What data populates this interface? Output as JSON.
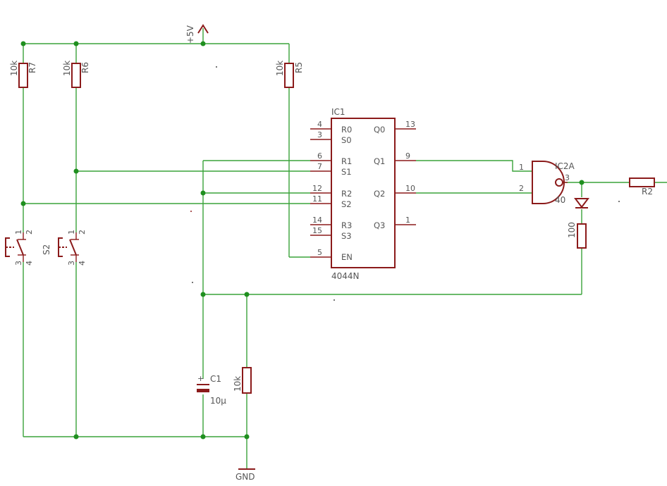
{
  "supply_label": "+5V",
  "ground_label": "GND",
  "resistors": {
    "R7": {
      "name": "R7",
      "value": "10k"
    },
    "R6": {
      "name": "R6",
      "value": "10k"
    },
    "R5": {
      "name": "R5",
      "value": "10k"
    },
    "R_gnd": {
      "value": "10k"
    },
    "R_led": {
      "value": "100"
    },
    "R2": {
      "name": "R2"
    }
  },
  "switch": {
    "name": "S2",
    "pins": [
      "1",
      "2",
      "3",
      "4"
    ]
  },
  "capacitor": {
    "name": "C1",
    "value": "10µ",
    "polarity": "+"
  },
  "ic1": {
    "name": "IC1",
    "part": "4044N",
    "left_pins": [
      {
        "num": "4",
        "name": "R0"
      },
      {
        "num": "3",
        "name": "S0"
      },
      {
        "num": "6",
        "name": "R1"
      },
      {
        "num": "7",
        "name": "S1"
      },
      {
        "num": "12",
        "name": "R2"
      },
      {
        "num": "11",
        "name": "S2"
      },
      {
        "num": "14",
        "name": "R3"
      },
      {
        "num": "15",
        "name": "S3"
      },
      {
        "num": "5",
        "name": "EN"
      }
    ],
    "right_pins": [
      {
        "num": "13",
        "name": "Q0"
      },
      {
        "num": "9",
        "name": "Q1"
      },
      {
        "num": "10",
        "name": "Q2"
      },
      {
        "num": "1",
        "name": "Q3"
      }
    ]
  },
  "gate": {
    "name": "IC2A",
    "part_partial": "40",
    "pin_in1": "1",
    "pin_in2": "2",
    "pin_out": "3"
  },
  "colors": {
    "wire": "#3aa33a",
    "part": "#8b1a1a",
    "junction": "#1f8f1f",
    "text": "#555555"
  }
}
